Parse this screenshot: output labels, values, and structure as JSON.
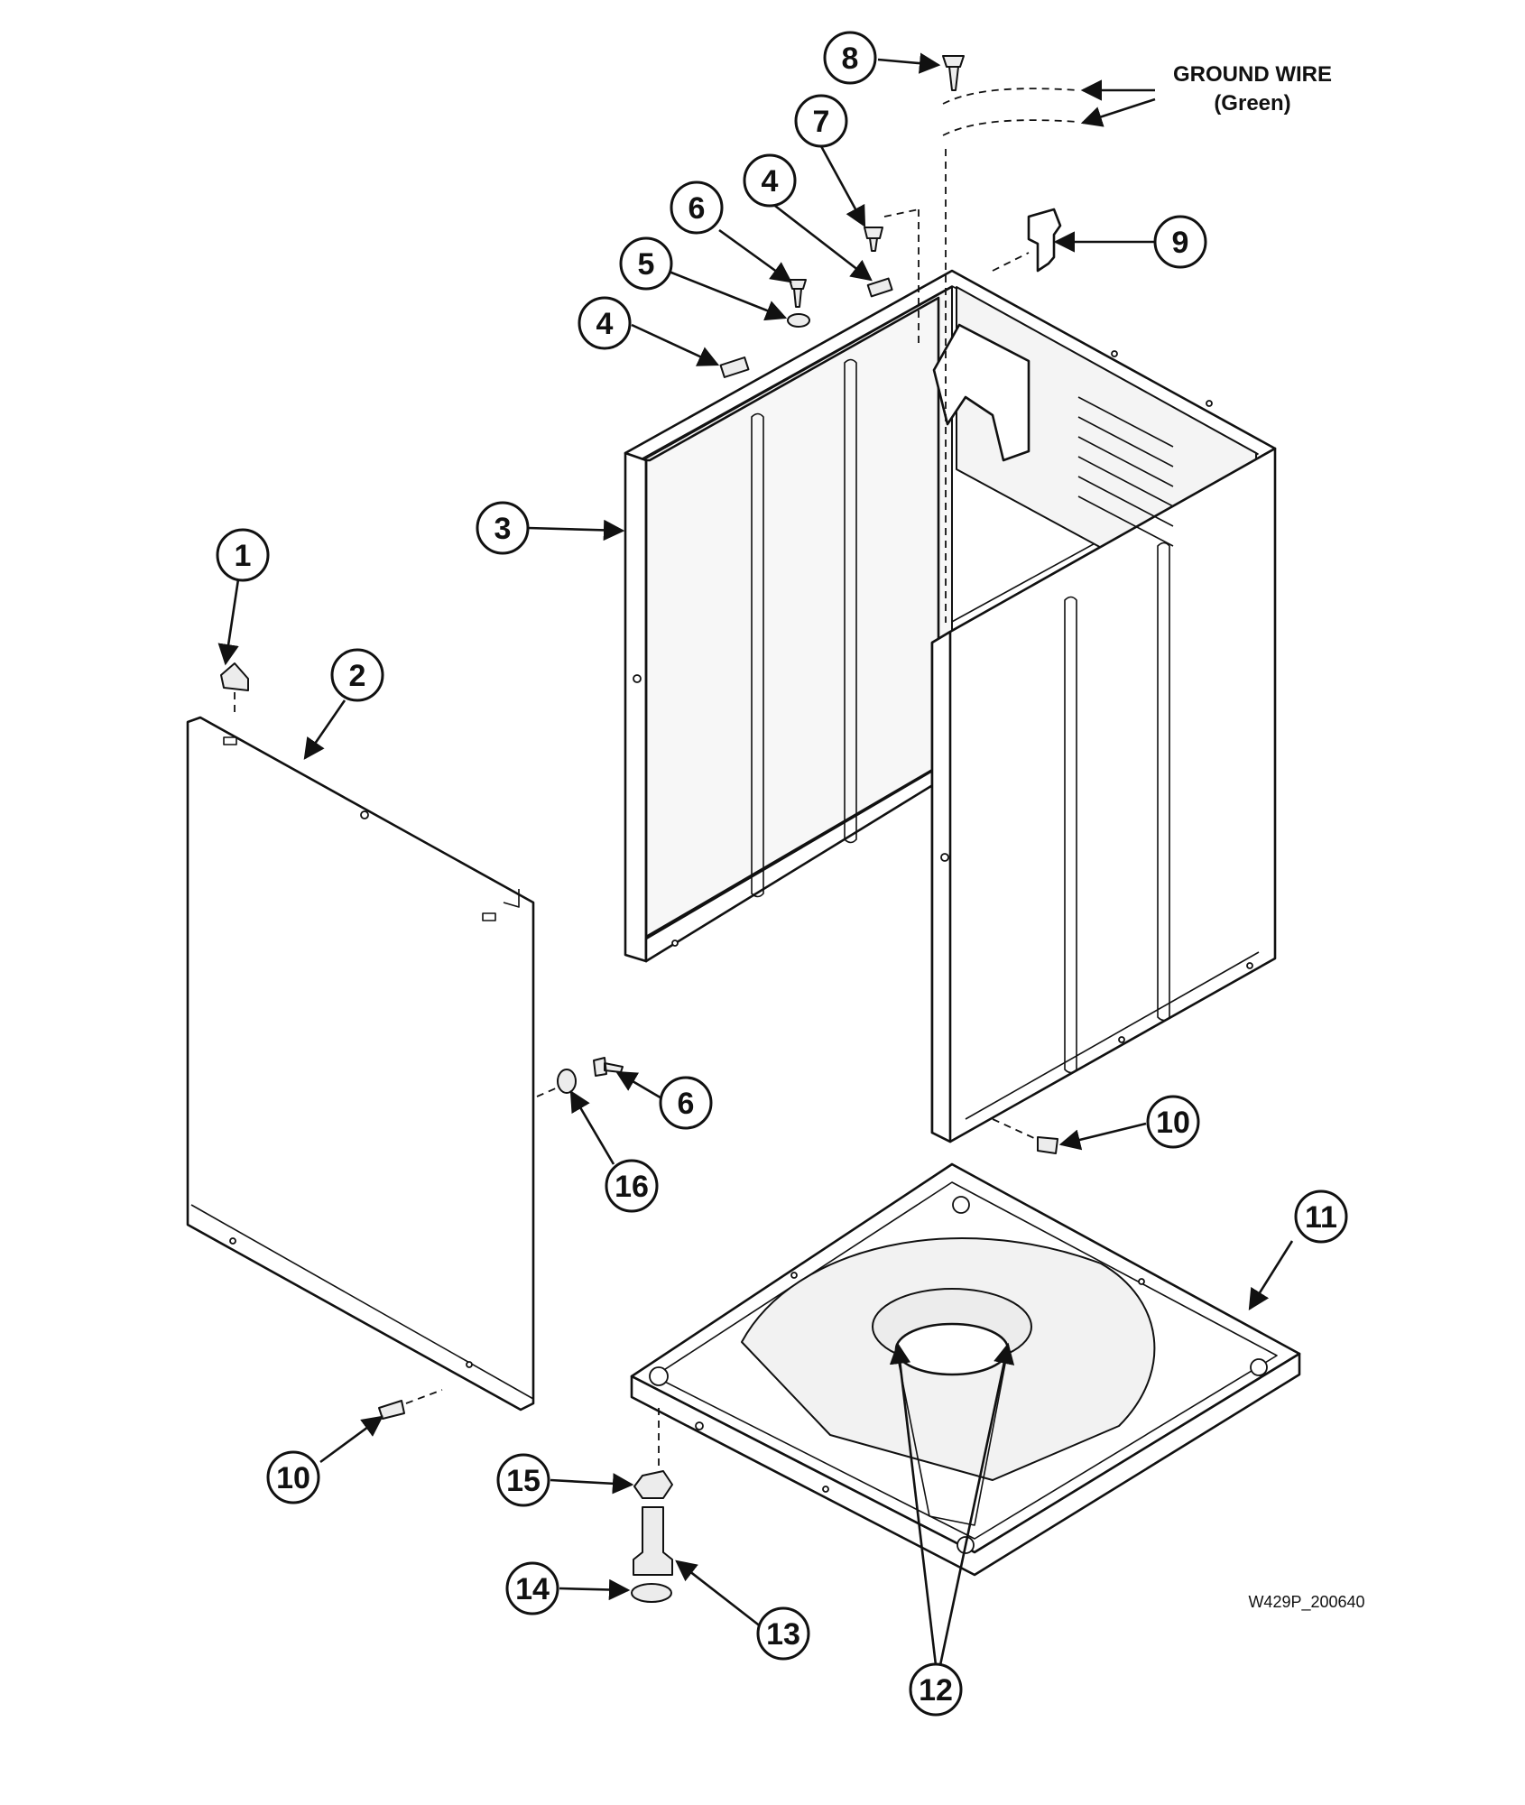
{
  "diagram": {
    "ground_wire_label": "GROUND WIRE",
    "ground_wire_sublabel": "(Green)",
    "drawing_number": "W429P_200640",
    "callouts": [
      {
        "id": "c1",
        "number": "1"
      },
      {
        "id": "c2",
        "number": "2"
      },
      {
        "id": "c3",
        "number": "3"
      },
      {
        "id": "c4a",
        "number": "4"
      },
      {
        "id": "c4b",
        "number": "4"
      },
      {
        "id": "c5",
        "number": "5"
      },
      {
        "id": "c6a",
        "number": "6"
      },
      {
        "id": "c6b",
        "number": "6"
      },
      {
        "id": "c7",
        "number": "7"
      },
      {
        "id": "c8",
        "number": "8"
      },
      {
        "id": "c9",
        "number": "9"
      },
      {
        "id": "c10a",
        "number": "10"
      },
      {
        "id": "c10b",
        "number": "10"
      },
      {
        "id": "c11",
        "number": "11"
      },
      {
        "id": "c12",
        "number": "12"
      },
      {
        "id": "c13",
        "number": "13"
      },
      {
        "id": "c14",
        "number": "14"
      },
      {
        "id": "c15",
        "number": "15"
      },
      {
        "id": "c16",
        "number": "16"
      }
    ]
  }
}
